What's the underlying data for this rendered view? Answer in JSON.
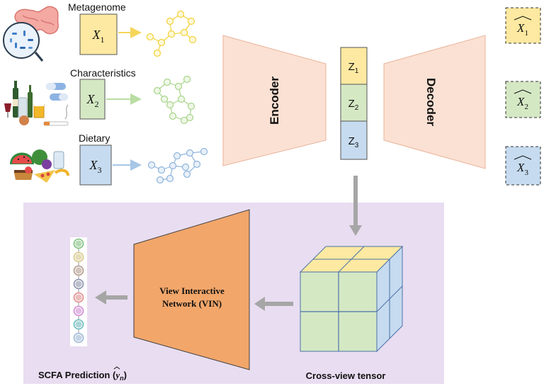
{
  "inputs": {
    "metagenome": {
      "label": "Metagenome",
      "var": "X",
      "sub": "1"
    },
    "characteristics": {
      "label": "Characteristics",
      "var": "X",
      "sub": "2"
    },
    "dietary": {
      "label": "Dietary",
      "var": "X",
      "sub": "3"
    }
  },
  "encoder": {
    "label": "Encoder"
  },
  "decoder": {
    "label": "Decoder"
  },
  "latents": [
    {
      "var": "Z",
      "sub": "1"
    },
    {
      "var": "Z",
      "sub": "2"
    },
    {
      "var": "Z",
      "sub": "3"
    }
  ],
  "reconstructions": [
    {
      "var": "X",
      "sub": "1"
    },
    {
      "var": "X",
      "sub": "2"
    },
    {
      "var": "X",
      "sub": "3"
    }
  ],
  "vin": {
    "line1": "View Interactive",
    "line2": "Network (VIN)"
  },
  "tensor": {
    "caption": "Cross-view tensor"
  },
  "prediction": {
    "caption_prefix": "SCFA Prediction (",
    "symbol": "y",
    "sub": "n",
    "caption_suffix": ")"
  },
  "colors": {
    "view1_fill": "#fde9a1",
    "view1_stroke": "#c9a227",
    "view2_fill": "#d5e8c4",
    "view2_stroke": "#6a9a4a",
    "view3_fill": "#c6dbef",
    "view3_stroke": "#4a72a8",
    "trapezoid_fill": "#fbe1d3",
    "trapezoid_stroke": "#e8b49a",
    "panel_fill": "#e9ddf1",
    "vin_fill": "#f2a66a",
    "vin_stroke": "#3f3f3f",
    "arrow_gray": "#a6a6a6",
    "graph1": "#f1d23a",
    "graph2": "#a8d48a",
    "graph3": "#8fb4dc"
  },
  "prediction_nodes": [
    "#7cc27c",
    "#d9c982",
    "#b49b8c",
    "#8b93ad",
    "#e58b8b",
    "#d58ad9",
    "#6bbcbf",
    "#9bb8d8"
  ]
}
